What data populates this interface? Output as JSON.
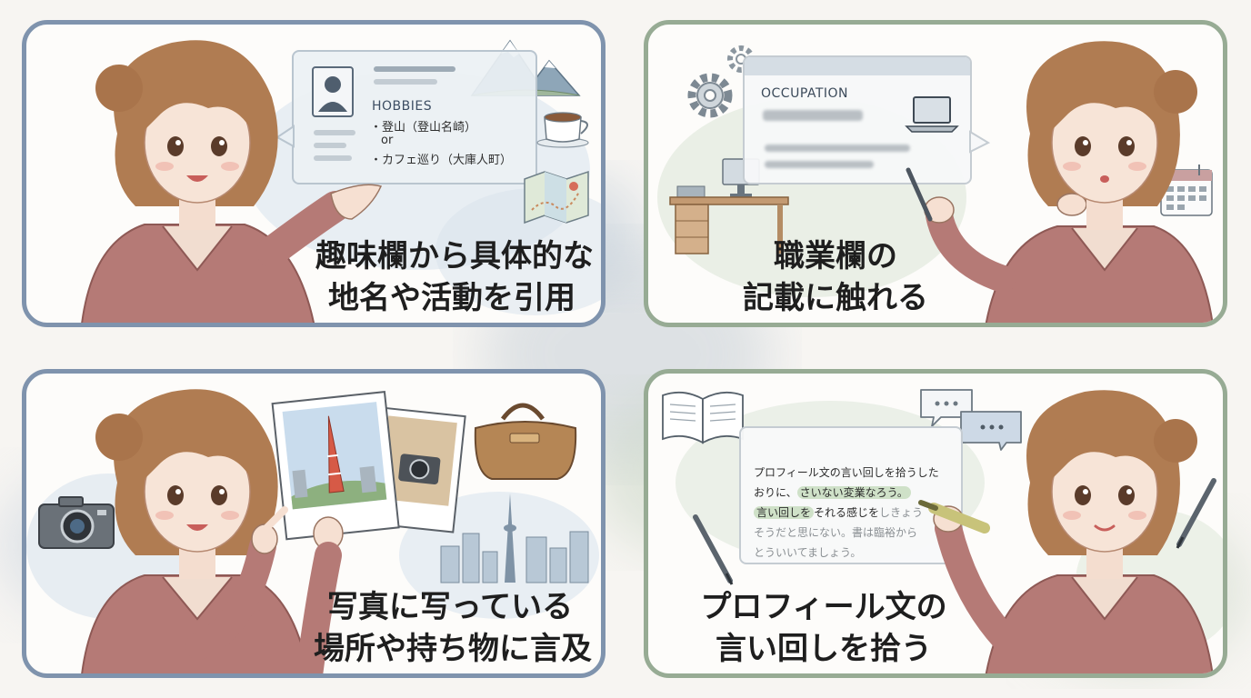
{
  "panels": {
    "hobbies": {
      "caption_line1": "趣味欄から具体的な",
      "caption_line2": "地名や活動を引用",
      "card_label": "HOBBIES",
      "hobby_1": "・登山（登山名崎）",
      "or_word": "or",
      "hobby_2": "・カフェ巡り（大庫人町）"
    },
    "occupation": {
      "caption_line1": "職業欄の",
      "caption_line2": "記載に触れる",
      "card_label": "OCCUPATION"
    },
    "photos": {
      "caption_line1": "写真に写っている",
      "caption_line2": "場所や持ち物に言及"
    },
    "profile_text": {
      "caption_line1": "プロフィール文の",
      "caption_line2": "言い回しを拾う",
      "line_1": "プロフィール文の言い回しを拾うした",
      "line_2_a": "おりに、",
      "line_2_b": "さいない変業なろう。",
      "line_3_a": "言い回しを",
      "line_3_b": "それる感じを",
      "line_3_c": "しきょう",
      "line_4": "そうだと思にない。書は臨裕から",
      "line_5": "とういいてましょう。"
    }
  },
  "colors": {
    "panel_border_blue": "#7f93ad",
    "panel_border_green": "#97ab94",
    "sweater": "#b57a76",
    "hair": "#b07c52",
    "highlight": "#cfe1c8"
  }
}
